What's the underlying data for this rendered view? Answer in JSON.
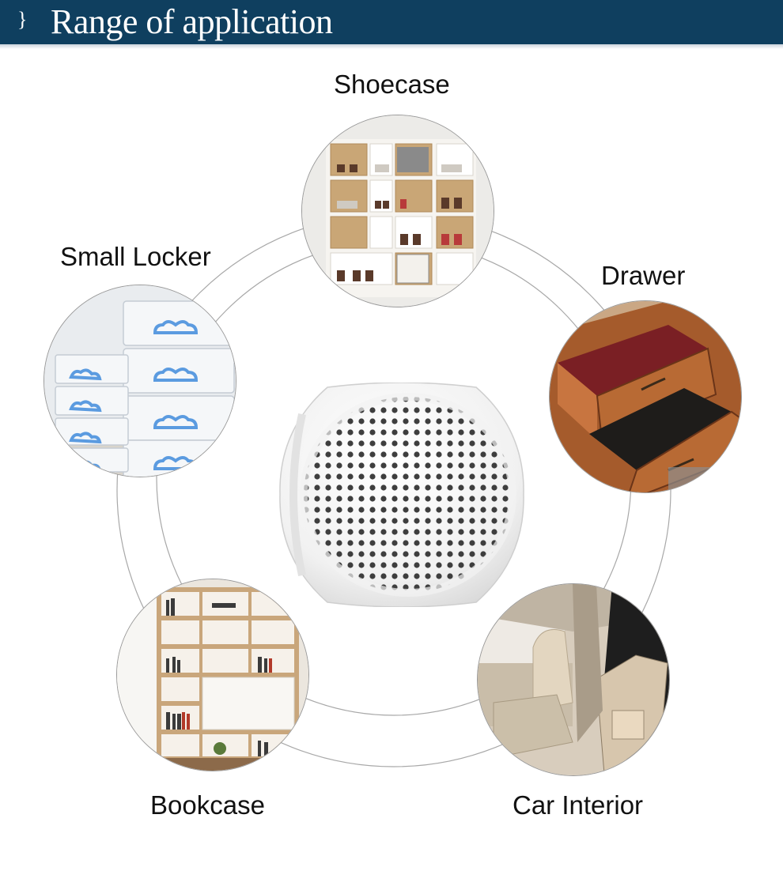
{
  "header": {
    "icon": "}",
    "title": "Range of application"
  },
  "applications": {
    "shoecase": "Shoecase",
    "small_locker": "Small Locker",
    "drawer": "Drawer",
    "bookcase": "Bookcase",
    "car_interior": "Car Interior"
  },
  "colors": {
    "banner": "#0f3f5f",
    "text": "#111111",
    "orbit": "#9a9a9a"
  }
}
